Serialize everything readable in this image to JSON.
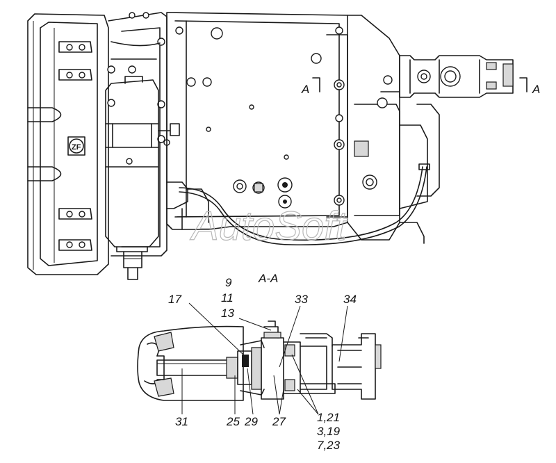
{
  "section_title": "A-A",
  "section_marks": [
    "A",
    "A"
  ],
  "watermark": "AutoSoft",
  "callouts": [
    {
      "id": "c9",
      "text": "9"
    },
    {
      "id": "c11",
      "text": "11"
    },
    {
      "id": "c13",
      "text": "13"
    },
    {
      "id": "c17",
      "text": "17"
    },
    {
      "id": "c33",
      "text": "33"
    },
    {
      "id": "c34",
      "text": "34"
    },
    {
      "id": "c31",
      "text": "31"
    },
    {
      "id": "c25",
      "text": "25"
    },
    {
      "id": "c29",
      "text": "29"
    },
    {
      "id": "c27",
      "text": "27"
    },
    {
      "id": "c121",
      "text": "1,21"
    },
    {
      "id": "c319",
      "text": "3,19"
    },
    {
      "id": "c723",
      "text": "7,23"
    }
  ],
  "logo_text": "ZF"
}
